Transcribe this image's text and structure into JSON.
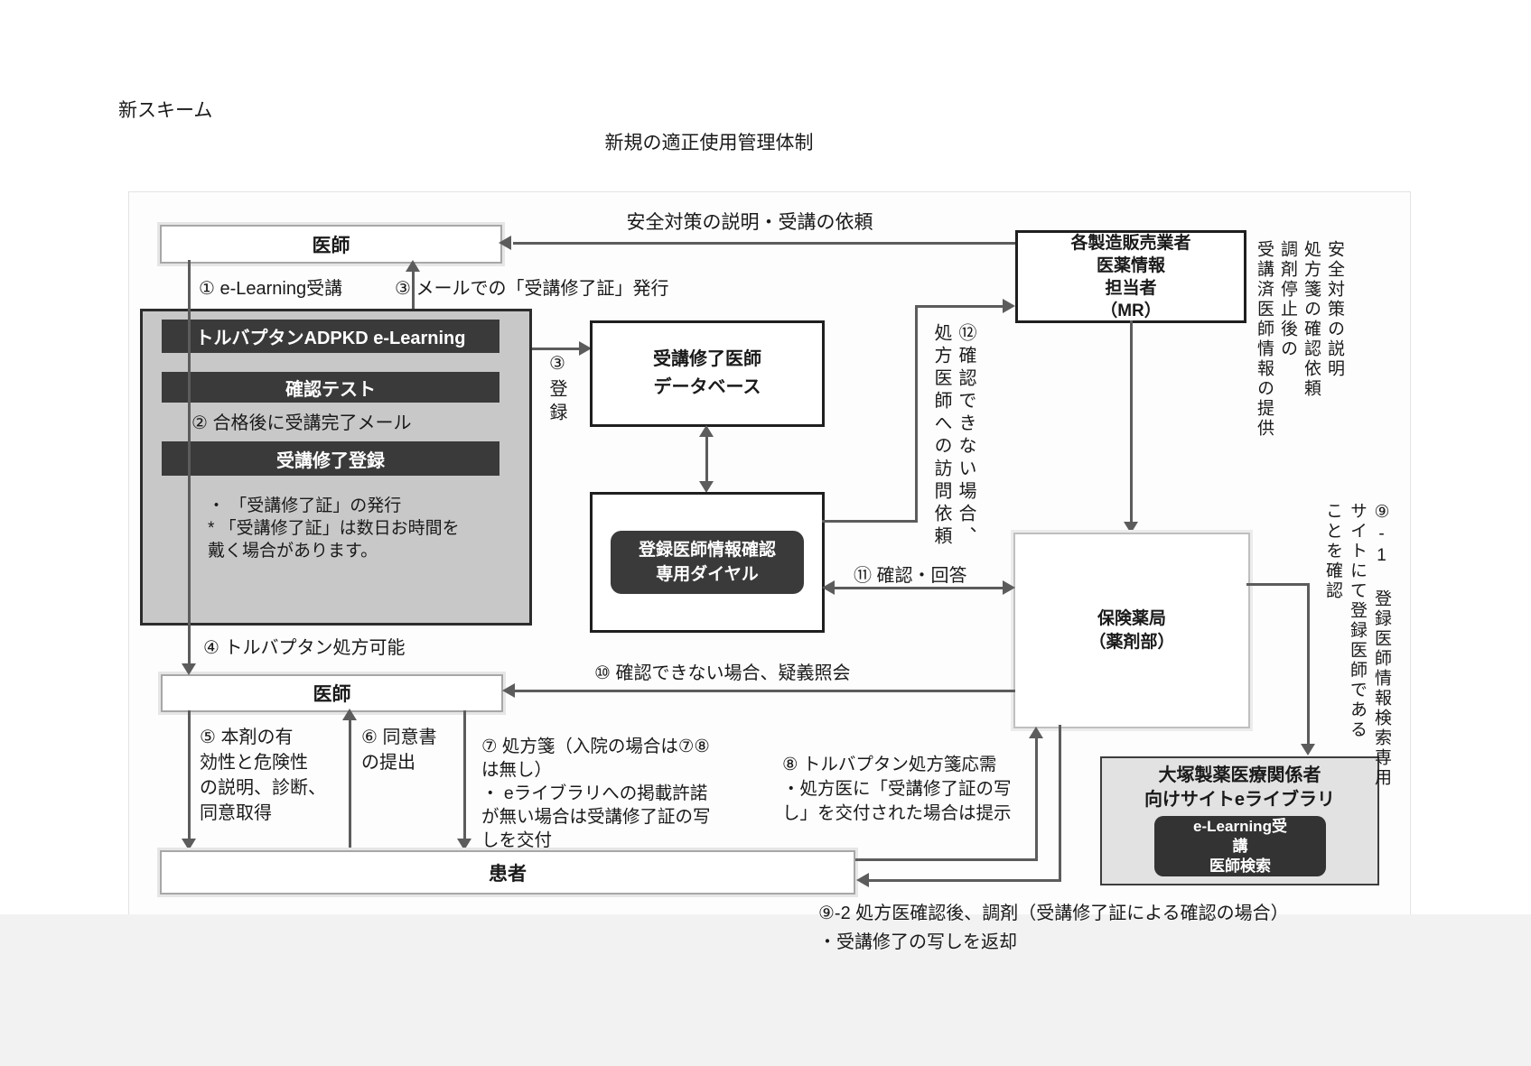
{
  "page": {
    "scheme_label": "新スキーム",
    "title": "新規の適正使用管理体制"
  },
  "colors": {
    "dark_bar": "#3a3a3a",
    "panel_gray": "#c8c8c8",
    "arrow": "#5c5c5c",
    "elibrary_bg": "#e2e2e2"
  },
  "boxes": {
    "doctor_top": "医師",
    "doctor_mid": "医師",
    "patient": "患者",
    "elearning": {
      "bar1": "トルバプタンADPKD e-Learning",
      "bar2": "確認テスト",
      "step2": "② 合格後に受講完了メール",
      "bar3": "受講修了登録",
      "note1": "・ 「受講修了証」の発行",
      "note2": "* 「受講修了証」は数日お時間を",
      "note3": "戴く場合があります。"
    },
    "db": {
      "line1": "受講修了医師",
      "line2": "データベース"
    },
    "dial": {
      "line1": "登録医師情報確認",
      "line2": "専用ダイヤル"
    },
    "mr": {
      "line1": "各製造販売業者",
      "line2": "医薬情報",
      "line3": "担当者",
      "line4": "（MR）"
    },
    "pharmacy": {
      "line1": "保険薬局",
      "line2": "（薬剤部）"
    },
    "elibrary": {
      "line1": "大塚製薬医療関係者",
      "line2": "向けサイトeライブラリ",
      "inner1": "e-Learning受",
      "inner2": "講",
      "inner3": "医師検索"
    }
  },
  "labels": {
    "safety_request": "安全対策の説明・受講の依頼",
    "step1": "① e-Learning受講",
    "step3_mail": "③ メールでの「受講修了証」発行",
    "step3_reg": "③登録",
    "step4": "④ トルバプタン処方可能",
    "step5": [
      "⑤ 本剤の有",
      "効性と危険性",
      "の説明、診断、",
      "同意取得"
    ],
    "step6": [
      "⑥ 同意書",
      "の提出"
    ],
    "step7": [
      "⑦ 処方箋（入院の場合は⑦⑧",
      "は無し）",
      "・ eライブラリへの掲載許諾",
      "が無い場合は受講修了証の写",
      "しを交付"
    ],
    "step8": [
      "⑧ トルバプタン処方箋応需",
      "・処方医に「受講修了証の写",
      "し」を交付された場合は提示"
    ],
    "step9_1": [
      "⑨-1 登録医師情報検索専用",
      "サイトにて登録医師である",
      "ことを確認"
    ],
    "step9_2": [
      "⑨-2 処方医確認後、調剤（受講修了証による確認の場合）",
      "・受講修了の写しを返却"
    ],
    "step10": "⑩ 確認できない場合、疑義照会",
    "step11": "⑪ 確認・回答",
    "step12": [
      "⑫確認できない場合、",
      "処方医師への訪問依頼"
    ],
    "mr_side": [
      "安全対策の説明",
      "処方箋の確認依頼",
      "調剤停止後の",
      "受講済医師情報の提供"
    ]
  }
}
